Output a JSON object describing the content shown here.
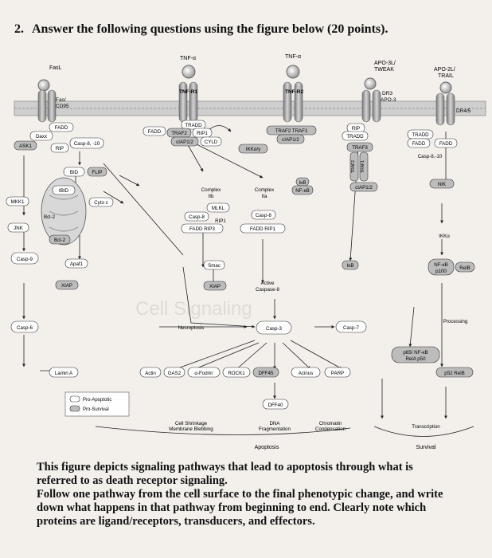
{
  "question": {
    "number": "2.",
    "title": "Answer the following questions using the figure below (20 points)."
  },
  "figure": {
    "ligands": {
      "fasl": "FasL",
      "tnf_1": "TNF-α",
      "tnf_2": "TNF-α",
      "apo3l": [
        "APO-3L/",
        "TWEAK"
      ],
      "apo2l": [
        "APO-2L/",
        "TRAIL"
      ]
    },
    "receptors": {
      "fas": [
        "Fas/",
        "CD95"
      ],
      "tnfr1": "TNF-R1",
      "tnfr2": "TNF-R2",
      "dr3": [
        "DR3",
        "APO-3"
      ],
      "dr45": "DR4/5"
    },
    "nodes": {
      "fadd": "FADD",
      "daxx": "Daxx",
      "ask1": "ASK1",
      "rip": "RIP",
      "casp810_a": "Casp-8, -10",
      "bid": "BID",
      "flip": "FLIP",
      "tbid": "tBID",
      "cytoc": "Cyto c",
      "bcl2_a": "Bcl-2",
      "bcl2_b": "Bcl-2",
      "mkk1": "MKK1",
      "jnk": "JNK",
      "tradd_1": "TRADD",
      "traf2_1": "TRAF2",
      "rip1": "RIP1",
      "ciap12_1": "cIAP1/2",
      "cyld": "CYLD",
      "traf2_traf1": "TRAF2 TRAF1",
      "ciap12_2": "cIAP1/2",
      "ikk": "IKKα/γ",
      "rip_2": "RIP",
      "tradd_2": "TRADD",
      "tradd_3": "TRADD",
      "traf3": "TRAF3",
      "traf2_v": "TRAF2",
      "traf1_v": "TRAF1",
      "fadd_3": "FADD",
      "fadd_4": "FADD",
      "casp810_b": "Casp-8,-10",
      "ikb": "IκB",
      "nfkb": "NF-κB",
      "ciap12_3": "cIAP1/2",
      "complex_iib": [
        "Complex",
        "IIb"
      ],
      "mlkl": "MLKL",
      "casp8_a": "Casp-8",
      "rip1_b": "RIP1",
      "fadd_rip3": "FADD RIP3",
      "complex_iia": [
        "Complex",
        "IIa"
      ],
      "casp8_b": "Casp-8",
      "fadd_rip1": "FADD RIP1",
      "nik": "NIK",
      "ikka": "IKKα",
      "casp9": "Casp-9",
      "apaf1": "Apaf1",
      "smac": "Smac",
      "xiap_1": "XIAP",
      "xiap_2": "XIAP",
      "active_casp8": [
        "Active",
        "Caspase-8"
      ],
      "ikb_2": "IκB",
      "nfkb_p100": [
        "NF-κB",
        "p100"
      ],
      "relb": "RelB",
      "processing": "Processing",
      "casp6": "Casp-6",
      "necroptosis": "Necroptosis",
      "casp3": "Casp-3",
      "casp7": "Casp-7",
      "p65_p50": [
        "p65/ NF-κB",
        "RelA p50"
      ],
      "lamin_a": "Lamin A",
      "actin": "Actin",
      "gas2": "GAS2",
      "fodrin": "α-Fodrin",
      "rock1": "ROCK1",
      "dff45": "DFF45",
      "acinus": "Acinus",
      "parp": "PARP",
      "dff40": "DFF40",
      "p52_relb": "p52 RelB"
    },
    "legend": {
      "pro_apoptotic": "Pro-Apoptotic",
      "pro_survival": "Pro-Survival"
    },
    "outcomes": {
      "cell_shrinkage": [
        "Cell Shrinkage",
        "Membrane Blebbing"
      ],
      "dna_frag": [
        "DNA",
        "Fragmentation"
      ],
      "chromatin": [
        "Chromatin",
        "Condensation"
      ],
      "transcription": "Transcription",
      "apoptosis": "Apoptosis",
      "survival": "Survival"
    },
    "watermark": "Cell Signaling"
  },
  "caption": {
    "line1": "This figure depicts signaling pathways that lead to apoptosis through what is",
    "line2": "referred to as death receptor signaling.",
    "line3": "Follow one pathway from the cell surface to the final phenotypic change, and write",
    "line4": "down what happens in that pathway from beginning to end.  Clearly note which",
    "line5": "proteins are ligand/receptors, transducers, and effectors."
  },
  "colors": {
    "pro_apoptotic": "#ffffff",
    "pro_survival": "#bcbcbc",
    "membrane": "#c8c8c8",
    "line": "#222222"
  }
}
